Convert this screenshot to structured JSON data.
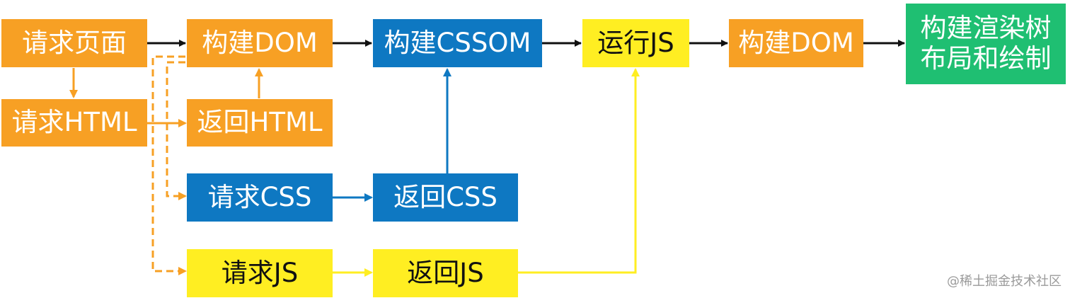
{
  "nodes": {
    "request_page": "请求页面",
    "build_dom_1": "构建DOM",
    "build_cssom": "构建CSSOM",
    "run_js": "运行JS",
    "build_dom_2": "构建DOM",
    "build_render_tree": "构建渲染树",
    "layout_paint": "布局和绘制",
    "request_html": "请求HTML",
    "return_html": "返回HTML",
    "request_css": "请求CSS",
    "return_css": "返回CSS",
    "request_js": "请求JS",
    "return_js": "返回JS"
  },
  "watermark": "@稀土掘金技术社区",
  "colors": {
    "orange": "#f7a024",
    "blue": "#0e78c2",
    "yellow": "#ffee22",
    "green": "#1fbf72",
    "black_arrow": "#111111"
  }
}
